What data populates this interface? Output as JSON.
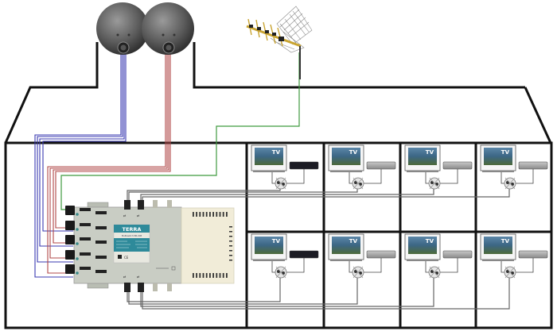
{
  "diagram": {
    "title": "Satellite and terrestrial TV multiswitch distribution",
    "colors": {
      "building_outline": "#111111",
      "sat_dish_left_cable": "#3a3ab0",
      "sat_dish_right_cable": "#b04848",
      "terrestrial_cable": "#3f9a3f",
      "output_cable": "#666666",
      "multiswitch_body": "#c9cdc4",
      "psu_body": "#f1ecd8",
      "label_panel": "#2e8a9a",
      "tv_frame": "#f6f6f6",
      "tv_screen": "#3f6d8a",
      "receiver_dark": "#1c1c24",
      "receiver_silver": "#a9a9a9"
    },
    "components": {
      "dish_left": {
        "name": "Satellite dish (LNB 1)"
      },
      "dish_right": {
        "name": "Satellite dish (LNB 2)"
      },
      "antenna": {
        "name": "Terrestrial antenna"
      },
      "multiswitch": {
        "brand": "TERRA",
        "model": "Multiswitch MR-908",
        "inputs": 5,
        "outputs": 8
      }
    },
    "rooms": [
      {
        "id": "room-1",
        "tv_label": "TV",
        "receiver": "dark"
      },
      {
        "id": "room-2",
        "tv_label": "TV",
        "receiver": "silver"
      },
      {
        "id": "room-3",
        "tv_label": "TV",
        "receiver": "silver"
      },
      {
        "id": "room-4",
        "tv_label": "TV",
        "receiver": "silver"
      },
      {
        "id": "room-5",
        "tv_label": "TV",
        "receiver": "dark"
      },
      {
        "id": "room-6",
        "tv_label": "TV",
        "receiver": "silver"
      },
      {
        "id": "room-7",
        "tv_label": "TV",
        "receiver": "silver"
      },
      {
        "id": "room-8",
        "tv_label": "TV",
        "receiver": "silver"
      }
    ]
  }
}
